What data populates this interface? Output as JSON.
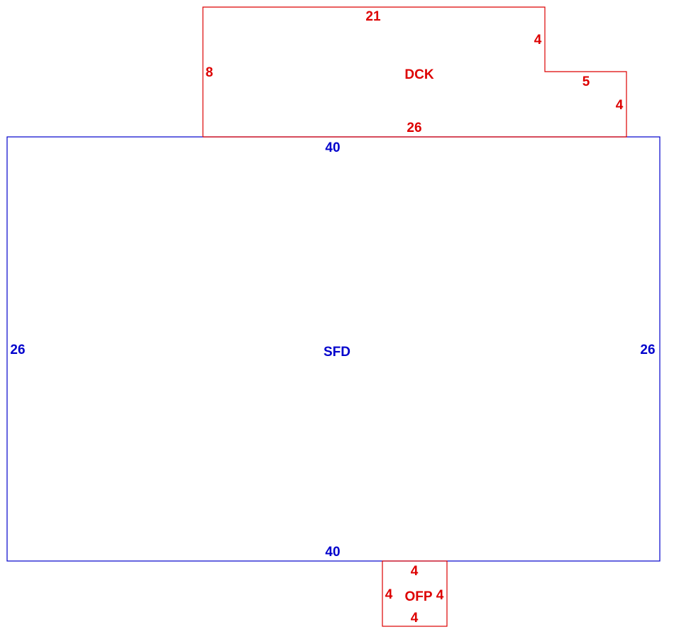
{
  "colors": {
    "sfd": "#0000cc",
    "dck": "#dd0000",
    "ofp": "#dd0000",
    "background": "#ffffff"
  },
  "areas": {
    "sfd": {
      "code": "SFD",
      "top": "40",
      "bottom": "40",
      "left": "26",
      "right": "26"
    },
    "dck": {
      "code": "DCK",
      "top": "21",
      "left": "8",
      "bottom": "26",
      "step_vertical": "4",
      "step_horizontal": "5",
      "right": "4"
    },
    "ofp": {
      "code": "OFP",
      "top": "4",
      "left": "4",
      "right": "4",
      "bottom": "4"
    }
  }
}
